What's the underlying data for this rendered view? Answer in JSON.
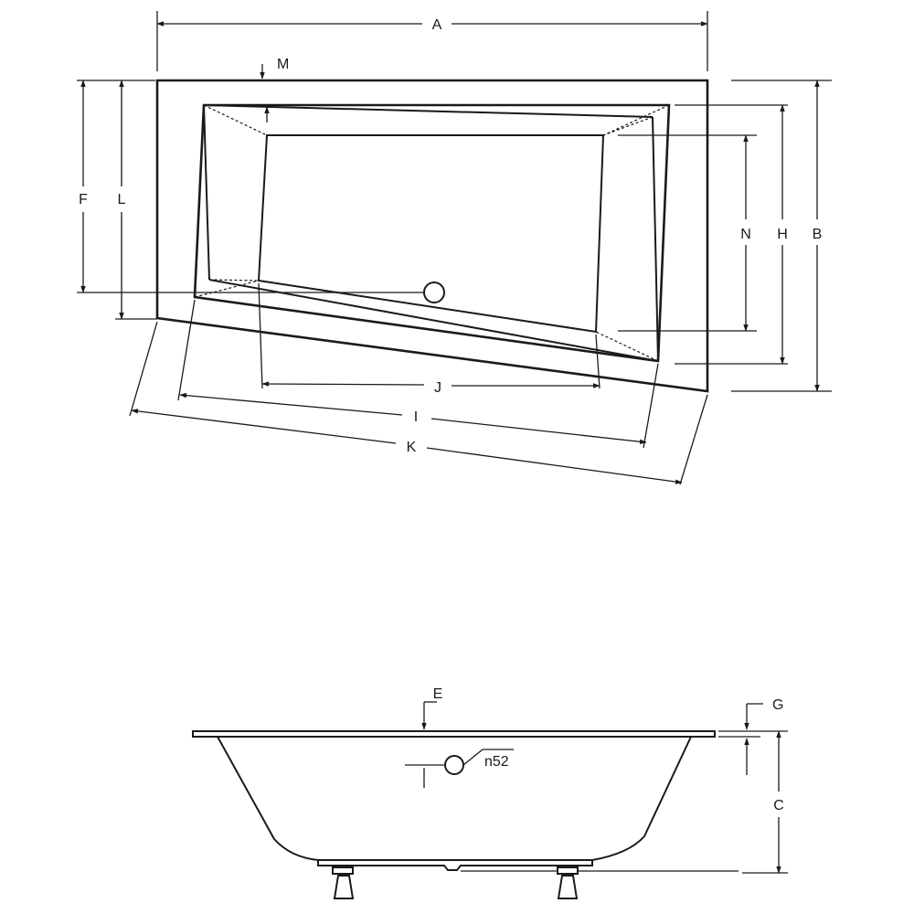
{
  "top_view": {
    "labels": {
      "A": "A",
      "B": "B",
      "F": "F",
      "L": "L",
      "M": "M",
      "N": "N",
      "H": "H",
      "J": "J",
      "I": "I",
      "K": "K"
    }
  },
  "side_view": {
    "labels": {
      "E": "E",
      "G": "G",
      "C": "C"
    },
    "drain_label": "n52"
  }
}
